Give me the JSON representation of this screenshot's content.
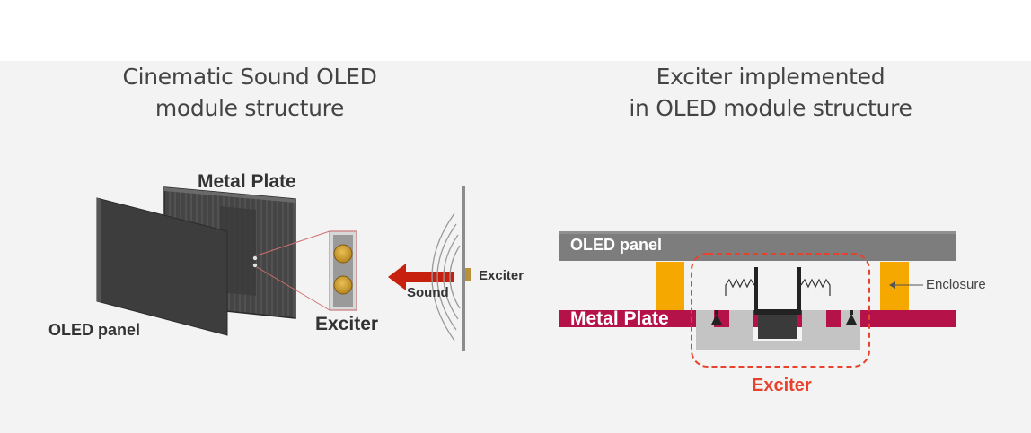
{
  "left": {
    "title_line1": "Cinematic Sound OLED",
    "title_line2": "module structure",
    "metal_plate_label": "Metal Plate",
    "oled_panel_label": "OLED panel",
    "exciter_label": "Exciter",
    "sound_label": "Sound",
    "exciter_small_label": "Exciter"
  },
  "right": {
    "title_line1": "Exciter implemented",
    "title_line2": "in OLED module structure",
    "oled_panel_label": "OLED panel",
    "metal_plate_label": "Metal Plate",
    "enclosure_label": "Enclosure",
    "exciter_label": "Exciter"
  },
  "colors": {
    "background": "#f3f3f3",
    "title_text": "#444444",
    "label_text": "#333333",
    "oled_panel_gray": "#7d7d7d",
    "metal_plate_crimson": "#b5124a",
    "enclosure_orange": "#f5a800",
    "exciter_red": "#e8412c",
    "sound_arrow_red": "#c8200e",
    "exciter_coil_gold": "#d4a233"
  }
}
